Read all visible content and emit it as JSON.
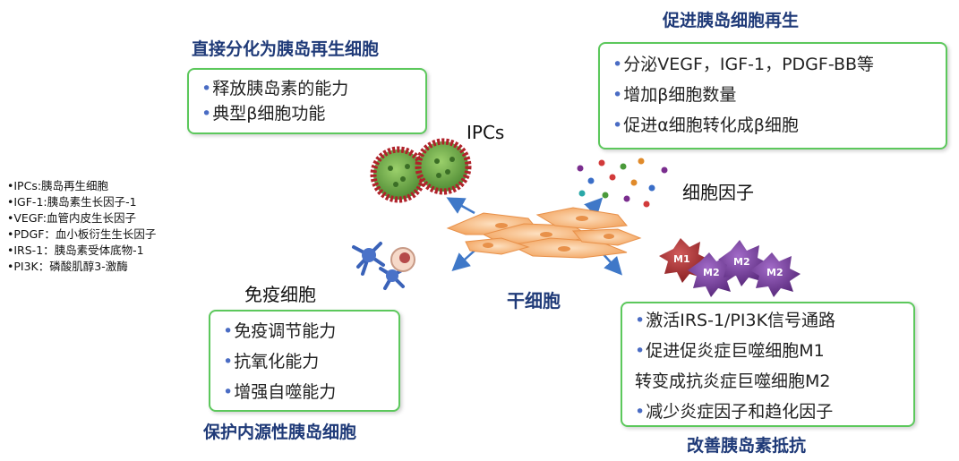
{
  "bullet": "•",
  "top_left": {
    "heading": "直接分化为胰岛再生细胞",
    "items": [
      "释放胰岛素的能力",
      "典型β细胞功能"
    ]
  },
  "top_right": {
    "heading": "促进胰岛细胞再生",
    "items": [
      "分泌VEGF，IGF-1，PDGF-BB等",
      "增加β细胞数量",
      "促进α细胞转化成β细胞"
    ]
  },
  "bottom_left": {
    "heading": "保护内源性胰岛细胞",
    "items": [
      "免疫调节能力",
      "抗氧化能力",
      "增强自噬能力"
    ]
  },
  "bottom_right": {
    "heading": "改善胰岛素抵抗",
    "lines": [
      {
        "bullet": true,
        "text": "激活IRS-1/PI3K信号通路"
      },
      {
        "bullet": true,
        "text": "促进促炎症巨噬细胞M1"
      },
      {
        "bullet": false,
        "text": "转变成抗炎症巨噬细胞M2"
      },
      {
        "bullet": true,
        "text": "减少炎症因子和趋化因子"
      }
    ]
  },
  "labels": {
    "ipcs": "IPCs",
    "cytokines": "细胞因子",
    "immune": "免疫细胞",
    "stem": "干细胞",
    "m1": "M1",
    "m2": "M2"
  },
  "legend": [
    "•IPCs:胰岛再生细胞",
    "•IGF-1:胰岛素生长因子-1",
    "•VEGF:血管内皮生长因子",
    "•PDGF：血小板衍生生长因子",
    "•IRS-1：胰岛素受体底物-1",
    "•PI3K：磷酸肌醇3-激酶"
  ],
  "colors": {
    "box_border": "#5cc85c",
    "heading": "#1f3a78",
    "bullet": "#4a6cc4",
    "arrow": "#3f78c8",
    "stem_cell": "#f5b070",
    "ipc_green": "#6aa84f",
    "ipc_red": "#b0222a",
    "macrophage": "#7a3f9d",
    "immune_blue": "#3a62b8"
  }
}
